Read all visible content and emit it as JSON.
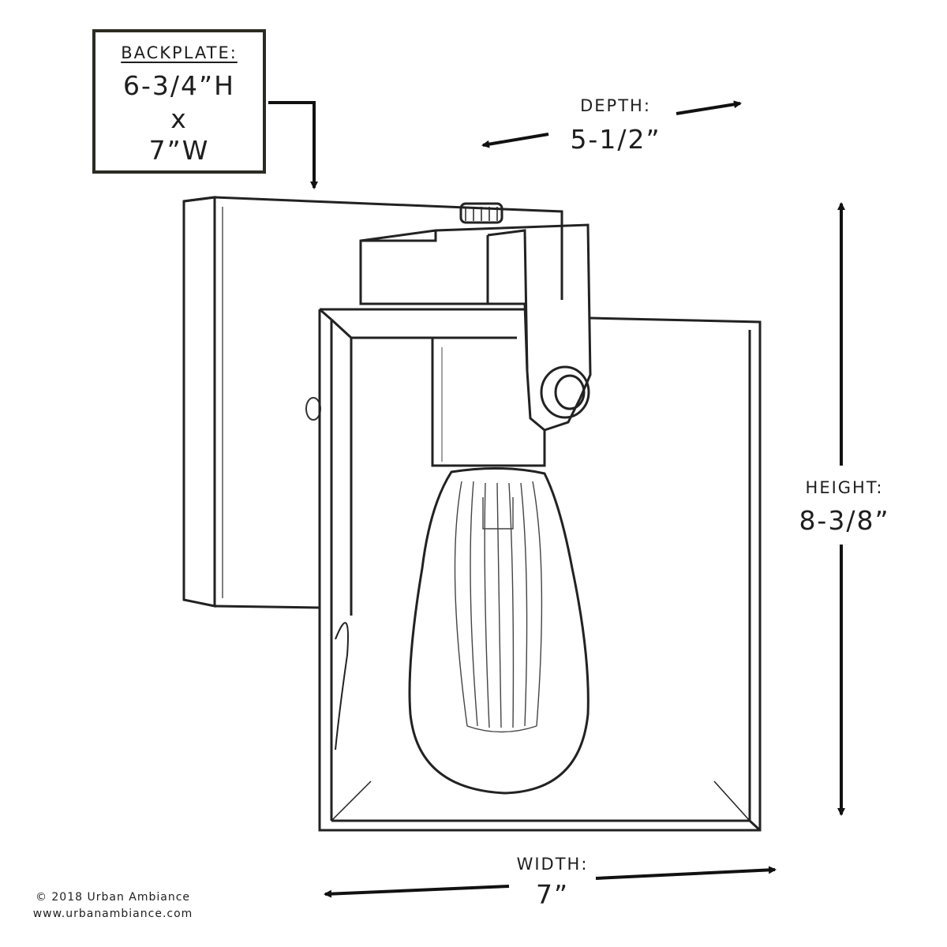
{
  "backplate": {
    "title": "BACKPLATE:",
    "height": "6-3/4”H",
    "times": "x",
    "width": "7”W"
  },
  "depth": {
    "label": "DEPTH:",
    "value": "5-1/2”"
  },
  "height": {
    "label": "HEIGHT:",
    "value": "8-3/8”"
  },
  "width": {
    "label": "WIDTH:",
    "value": "7”"
  },
  "footer": {
    "copyright": "© 2018 Urban Ambiance",
    "website": "www.urbanambiance.com"
  },
  "colors": {
    "ink": "#1e1e1e",
    "box_border": "#2b2b22",
    "background": "#ffffff"
  }
}
